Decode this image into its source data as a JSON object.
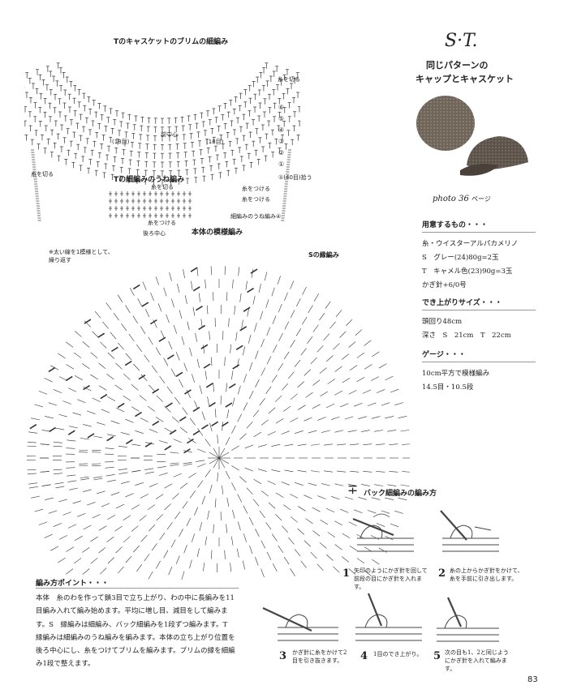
{
  "diagrams": {
    "brim": {
      "title": "Tのキャスケットのブリムの細編み",
      "front_center": "前中心",
      "count_left": "(18目)",
      "count_right": "(18目)",
      "cut_thread_right": "糸を切る",
      "cut_thread_left": "糸を切る",
      "pick_up": "①(40目)拾う",
      "join_1": "糸をつける",
      "join_2": "糸をつける",
      "band_label": "細編みのうね編み④",
      "row_markers": [
        "⑥",
        "⑤",
        "④",
        "③",
        "②",
        "①"
      ]
    },
    "ridge": {
      "title": "Tの細編みのうね編み",
      "cut_thread": "糸を切る",
      "join_thread": "糸をつける",
      "back_center": "後ろ中心"
    },
    "body": {
      "title": "本体の模様編み",
      "note": "※太い線を1模様として、繰り返す",
      "s_edge": "Sの縁編み"
    }
  },
  "header": {
    "initials": "S·T.",
    "subtitle_1": "同じパターンの",
    "subtitle_2": "キャップとキャスケット",
    "photo_ref_prefix": "photo 36",
    "photo_ref_suffix": "ページ"
  },
  "materials": {
    "heading": "用意するもの・・・",
    "yarn": "糸・ウイスターアルパカメリノ",
    "s_line": "S　グレー(24)80g=2玉",
    "t_line": "T　キャメル色(23)90g=3玉",
    "hook": "かぎ針+6/0号"
  },
  "size": {
    "heading": "でき上がりサイズ・・・",
    "head": "頭回り48cm",
    "depth": "深さ　S　21cm　T　22cm"
  },
  "gauge": {
    "heading": "ゲージ・・・",
    "line_1": "10cm平方で模様編み",
    "line_2": "14.5目・10.5段"
  },
  "points": {
    "heading": "編み方ポイント・・・",
    "text": "本体　糸のわを作って鎖3目で立ち上がり、わの中に長編みを11目編み入れて編み始めます。平均に増し目、減目をして編みます。S　縁編みは細編み、バック細編みを1段ずつ編みます。T　縁編みは細編みのうね編みを編みます。本体の立ち上がり位置を後ろ中心にし、糸をつけてブリムを編みます。ブリムの縁を細編み1段で整えます。"
  },
  "backstitch": {
    "title": "バック細編みの編み方",
    "steps": [
      {
        "num": "1",
        "caption": "矢印のようにかぎ針を回して前段の目にかぎ針を入れます。"
      },
      {
        "num": "2",
        "caption": "糸の上からかぎ針をかけて、糸を手前に引き出します。"
      },
      {
        "num": "3",
        "caption": "かぎ針に糸をかけて2目を引き抜きます。"
      },
      {
        "num": "4",
        "caption": "1目のでき上がり。"
      },
      {
        "num": "5",
        "caption": "次の目も1、2と同じようにかぎ針を入れて編みます。"
      }
    ]
  },
  "footer": {
    "page_number": "83"
  }
}
